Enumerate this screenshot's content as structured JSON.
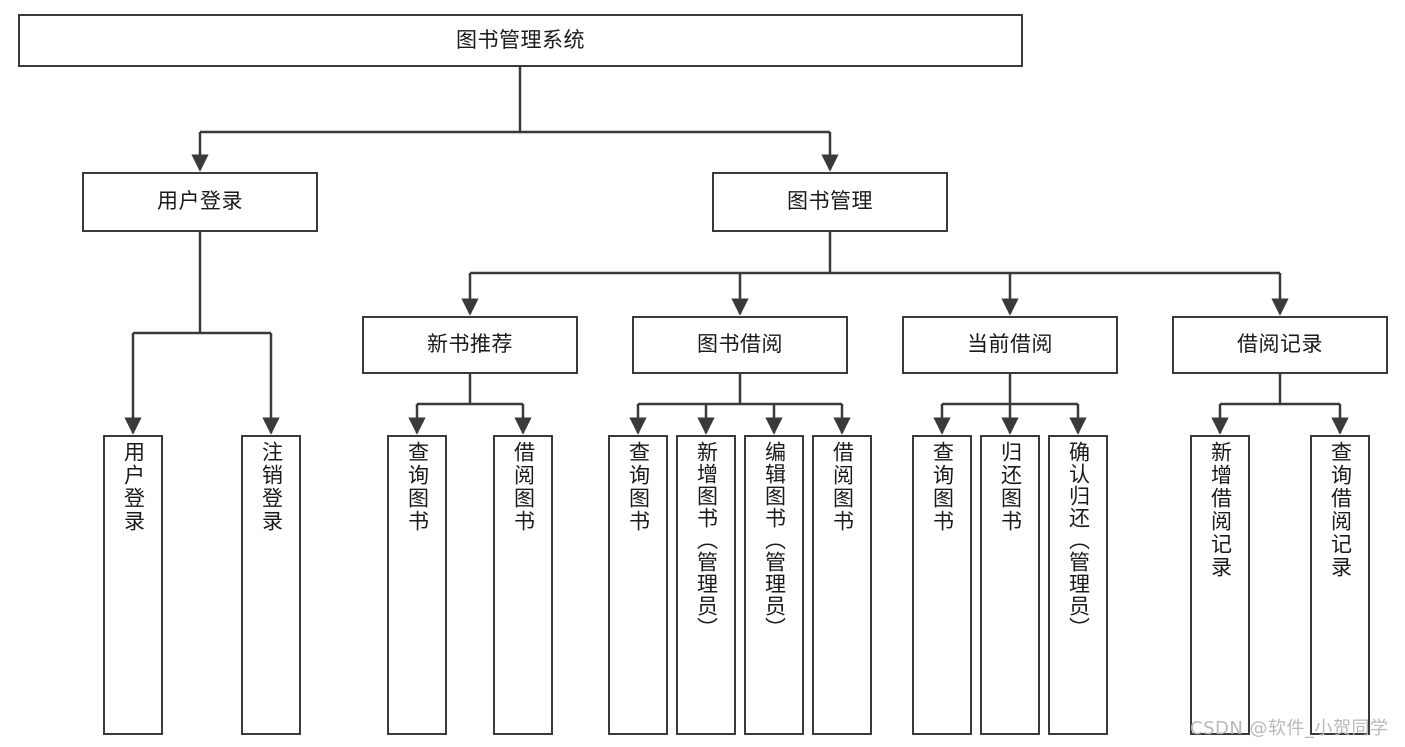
{
  "diagram": {
    "type": "tree-hierarchy-diagram",
    "title": "图书管理系统",
    "orientation": "top-down",
    "colors": {
      "box_border": "#3a3a3a",
      "box_fill": "#ffffff",
      "edge": "#3a3a3a",
      "text": "#1a1a1a",
      "watermark": "#b9b9b9",
      "background": "#ffffff"
    },
    "nodes": {
      "root": {
        "label": "图书管理系统",
        "level": 1,
        "orientation": "horizontal"
      },
      "level2": [
        {
          "label": "用户登录",
          "orientation": "horizontal"
        },
        {
          "label": "图书管理",
          "orientation": "horizontal"
        }
      ],
      "level3": [
        {
          "label": "新书推荐",
          "orientation": "horizontal",
          "parent": "图书管理"
        },
        {
          "label": "图书借阅",
          "orientation": "horizontal",
          "parent": "图书管理"
        },
        {
          "label": "当前借阅",
          "orientation": "horizontal",
          "parent": "图书管理"
        },
        {
          "label": "借阅记录",
          "orientation": "horizontal",
          "parent": "图书管理"
        }
      ],
      "leaves": [
        {
          "label": "用户登录",
          "orientation": "vertical",
          "parent": "用户登录"
        },
        {
          "label": "注销登录",
          "orientation": "vertical",
          "parent": "用户登录"
        },
        {
          "label": "查询图书",
          "orientation": "vertical",
          "parent": "新书推荐"
        },
        {
          "label": "借阅图书",
          "orientation": "vertical",
          "parent": "新书推荐"
        },
        {
          "label": "查询图书",
          "orientation": "vertical",
          "parent": "图书借阅"
        },
        {
          "label": "新增图书（管理员）",
          "orientation": "vertical",
          "parent": "图书借阅"
        },
        {
          "label": "编辑图书（管理员）",
          "orientation": "vertical",
          "parent": "图书借阅"
        },
        {
          "label": "借阅图书",
          "orientation": "vertical",
          "parent": "图书借阅"
        },
        {
          "label": "查询图书",
          "orientation": "vertical",
          "parent": "当前借阅"
        },
        {
          "label": "归还图书",
          "orientation": "vertical",
          "parent": "当前借阅"
        },
        {
          "label": "确认归还（管理员）",
          "orientation": "vertical",
          "parent": "当前借阅"
        },
        {
          "label": "新增借阅记录",
          "orientation": "vertical",
          "parent": "借阅记录"
        },
        {
          "label": "查询借阅记录",
          "orientation": "vertical",
          "parent": "借阅记录"
        }
      ]
    },
    "watermark": "CSDN @软件_小贺同学"
  }
}
